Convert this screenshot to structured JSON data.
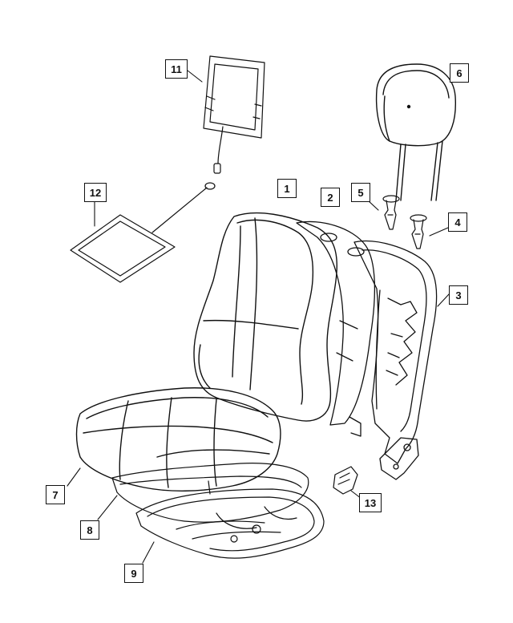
{
  "diagram": {
    "callouts": [
      {
        "id": "c1",
        "label": "1"
      },
      {
        "id": "c2",
        "label": "2"
      },
      {
        "id": "c3",
        "label": "3"
      },
      {
        "id": "c4",
        "label": "4"
      },
      {
        "id": "c5",
        "label": "5"
      },
      {
        "id": "c6",
        "label": "6"
      },
      {
        "id": "c7",
        "label": "7"
      },
      {
        "id": "c8",
        "label": "8"
      },
      {
        "id": "c9",
        "label": "9"
      },
      {
        "id": "c11",
        "label": "11"
      },
      {
        "id": "c12",
        "label": "12"
      },
      {
        "id": "c13",
        "label": "13"
      }
    ],
    "parts": [
      {
        "name": "seat-back-cushion-assembly",
        "callout": "1"
      },
      {
        "name": "seat-back-upper-pad",
        "callout": "2"
      },
      {
        "name": "seat-back-frame",
        "callout": "3"
      },
      {
        "name": "headrest-guide-sleeve-right",
        "callout": "4"
      },
      {
        "name": "headrest-guide-sleeve-left",
        "callout": "5"
      },
      {
        "name": "headrest",
        "callout": "6"
      },
      {
        "name": "seat-cushion-cover",
        "callout": "7"
      },
      {
        "name": "seat-cushion-foam",
        "callout": "8"
      },
      {
        "name": "seat-cushion-frame",
        "callout": "9"
      },
      {
        "name": "seat-back-heater-element",
        "callout": "11"
      },
      {
        "name": "seat-cushion-heater-element",
        "callout": "12"
      },
      {
        "name": "recliner-bracket",
        "callout": "13"
      }
    ]
  }
}
